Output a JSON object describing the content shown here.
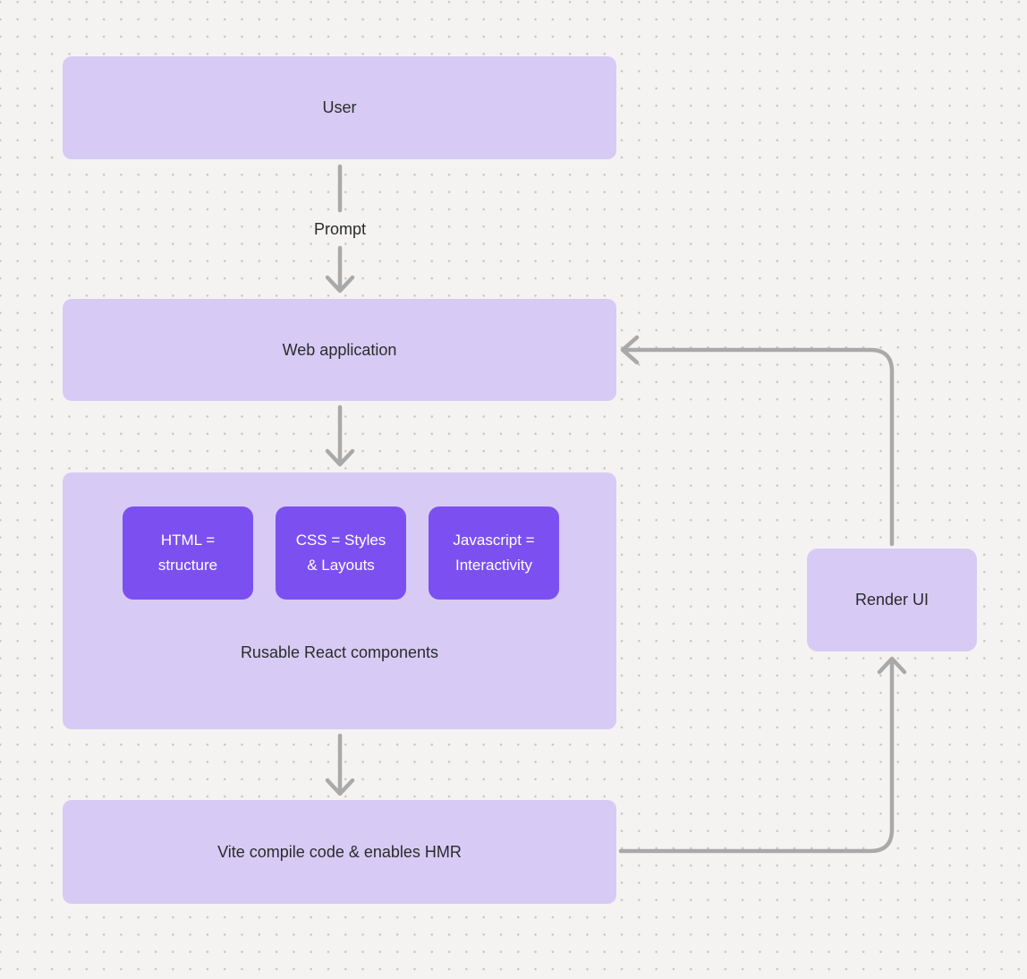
{
  "canvas": {
    "background": "#f4f3f2",
    "dot_color": "#c8c6c4"
  },
  "nodes": {
    "user": {
      "label": "User"
    },
    "web_application": {
      "label": "Web application"
    },
    "components": {
      "caption": "Rusable React components",
      "chips": [
        {
          "label": "HTML = structure"
        },
        {
          "label": "CSS = Styles & Layouts"
        },
        {
          "label": "Javascript = Interactivity"
        }
      ]
    },
    "vite": {
      "label": "Vite compile code & enables HMR"
    },
    "render_ui": {
      "label": "Render UI"
    }
  },
  "edges": {
    "prompt_label": "Prompt"
  },
  "colors": {
    "node_fill_light": "#d7cbf5",
    "chip_fill": "#7c50f0",
    "arrow": "#a9a9a9",
    "text_dark": "#2b2b2b",
    "text_light": "#ffffff"
  }
}
